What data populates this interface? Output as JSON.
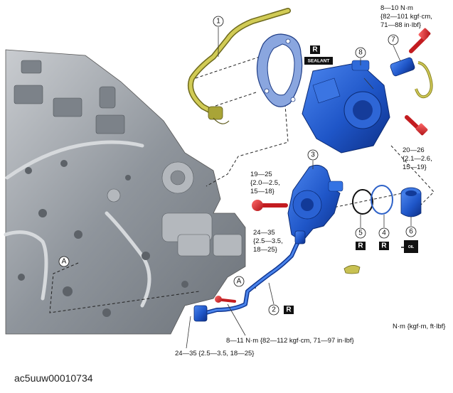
{
  "reference_code": "ac5uuw00010734",
  "unit_note": "N·m {kgf·m, ft·lbf}",
  "callouts": {
    "c1": "1",
    "c2": "2",
    "c3": "3",
    "c4": "4",
    "c5": "5",
    "c6": "6",
    "c7": "7",
    "c8": "8"
  },
  "symbols": {
    "r": "R",
    "sealant": "SEALANT",
    "oil": "OIL",
    "view_a": "A"
  },
  "torques": {
    "t7": [
      "8—10 N·m",
      "{82—101 kgf·cm,",
      "71—88 in·lbf}"
    ],
    "t8": [
      "20—26",
      "{2.1—2.6,",
      "15—19}"
    ],
    "t3_bolt": [
      "19—25",
      "{2.0—2.5,",
      "15—18}"
    ],
    "t3_union": [
      "24—35",
      "{2.5—3.5,",
      "18—25}"
    ],
    "t2_bolt": "8—11 N·m {82—112 kgf·cm, 71—97 in·lbf}",
    "t2_union": "24—35 {2.5—3.5, 18—25}"
  },
  "colors": {
    "part_blue": "#1f56c8",
    "bolt_red": "#e0242a",
    "hose_yellow": "#b9b43a",
    "engine_gray": "#9a9fa5"
  }
}
